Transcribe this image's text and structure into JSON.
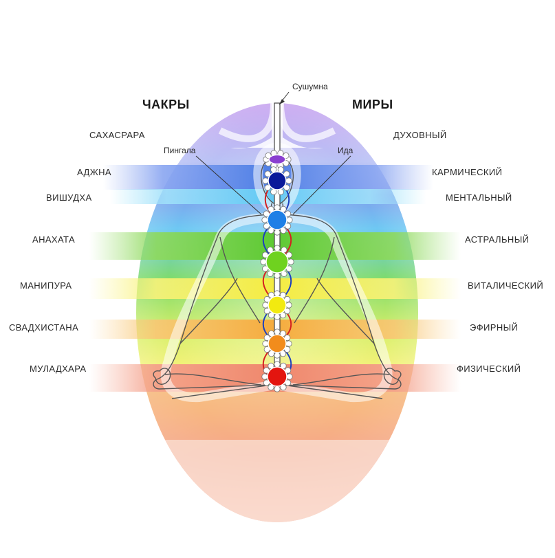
{
  "headers": {
    "chakras": "ЧАКРЫ",
    "worlds": "МИРЫ"
  },
  "channels": {
    "sushumna": "Сушумна",
    "pingala": "Пингала",
    "ida": "Ида"
  },
  "chakras": [
    {
      "name": "САХАСРАРА",
      "color": "#8a3fd0"
    },
    {
      "name": "АДЖНА",
      "color": "#0a1a9a"
    },
    {
      "name": "ВИШУДХА",
      "color": "#1e7fe6"
    },
    {
      "name": "АНАХАТА",
      "color": "#6fd21f"
    },
    {
      "name": "МАНИПУРА",
      "color": "#f2ea10"
    },
    {
      "name": "СВАДХИСТАНА",
      "color": "#f28c1c"
    },
    {
      "name": "МУЛАДХАРА",
      "color": "#e3150f"
    }
  ],
  "worlds": [
    "ДУХОВНЫЙ",
    "КАРМИЧЕСКИЙ",
    "МЕНТАЛЬНЫЙ",
    "АСТРАЛЬНЫЙ",
    "ВИТАЛИЧЕСКИЙ",
    "ЭФИРНЫЙ",
    "ФИЗИЧЕСКИЙ"
  ]
}
